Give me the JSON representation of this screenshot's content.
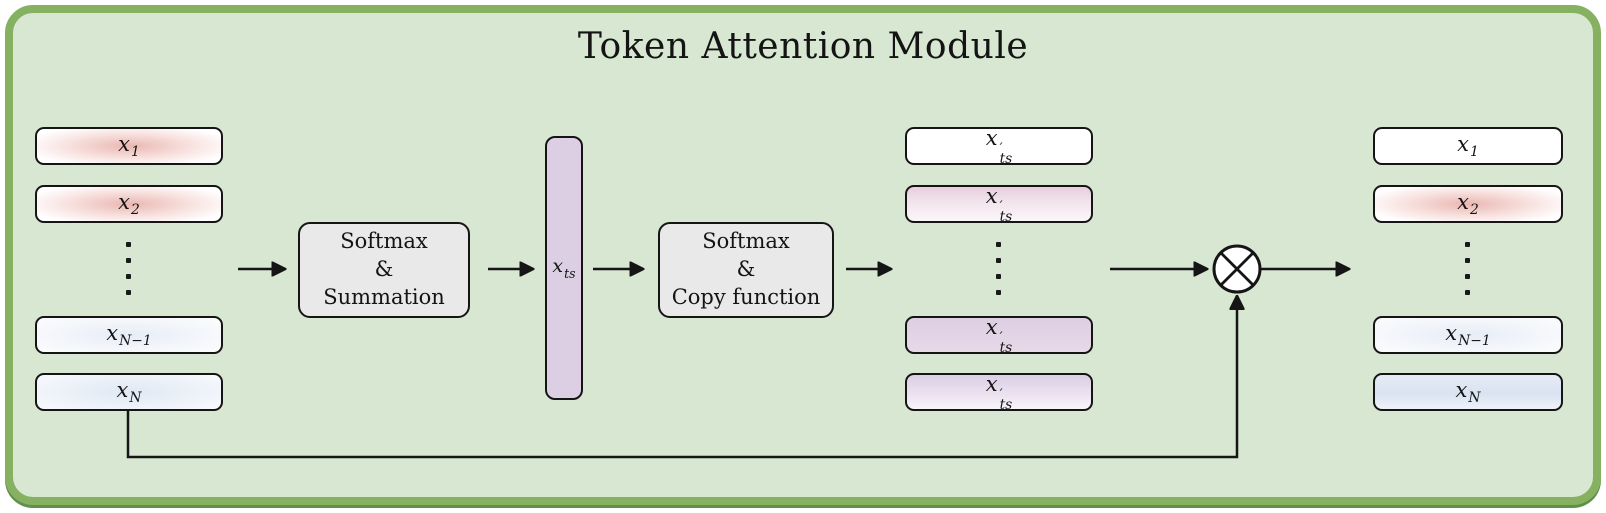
{
  "title": "Token Attention Module",
  "colors": {
    "panel-background": "#d8e7d2",
    "panel-border": "#85b161",
    "panel-border-shadow": "#5f8f4b",
    "stroke": "#151515",
    "process-fill": "#e9e9e9",
    "bar-fill": "#dccfe4",
    "tint-pink": "#eab7b2",
    "tint-blue": "#d9e3f1",
    "tint-purple": "#ddcfe2"
  },
  "process_boxes": {
    "softmax_summation": {
      "lines": [
        "Softmax",
        "&",
        "Summation"
      ]
    },
    "softmax_copy": {
      "lines": [
        "Softmax",
        "&",
        "Copy function"
      ]
    }
  },
  "summary_vector": {
    "label": {
      "base": "x",
      "sub": "ts"
    }
  },
  "operator": {
    "symbol": "⊗",
    "name": "element-wise multiplication"
  },
  "stacks": {
    "input": {
      "items": [
        {
          "label": {
            "base": "x",
            "sub": "1"
          },
          "tint": "pink"
        },
        {
          "label": {
            "base": "x",
            "sub": "2"
          },
          "tint": "pink"
        },
        {
          "label": {
            "base": "x",
            "sub": "N−1"
          },
          "tint": "blue-faint"
        },
        {
          "label": {
            "base": "x",
            "sub": "N"
          },
          "tint": "blue-soft"
        }
      ]
    },
    "weighted": {
      "items": [
        {
          "label": {
            "base": "x",
            "prime": true,
            "sub": "ts"
          },
          "tint": "white"
        },
        {
          "label": {
            "base": "x",
            "prime": true,
            "sub": "ts"
          },
          "tint": "pink-lavender"
        },
        {
          "label": {
            "base": "x",
            "prime": true,
            "sub": "ts"
          },
          "tint": "purple"
        },
        {
          "label": {
            "base": "x",
            "prime": true,
            "sub": "ts"
          },
          "tint": "purple-soft"
        }
      ]
    },
    "output": {
      "items": [
        {
          "label": {
            "base": "x",
            "sub": "1"
          },
          "tint": "white"
        },
        {
          "label": {
            "base": "x",
            "sub": "2"
          },
          "tint": "pink"
        },
        {
          "label": {
            "base": "x",
            "sub": "N−1"
          },
          "tint": "blue-faint"
        },
        {
          "label": {
            "base": "x",
            "sub": "N"
          },
          "tint": "blue"
        }
      ]
    }
  }
}
